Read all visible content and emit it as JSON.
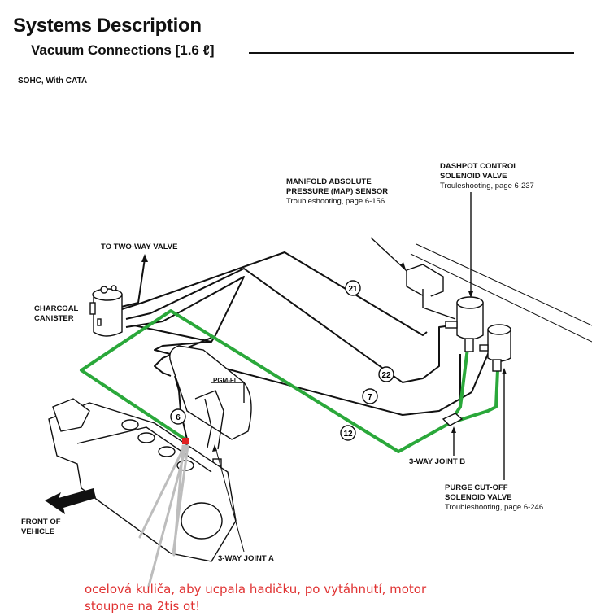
{
  "header": {
    "title": "Systems Description",
    "subtitle": "Vacuum Connections [1.6 ℓ]",
    "variant": "SOHC, With CATA"
  },
  "labels": {
    "map_sensor": {
      "line1": "MANIFOLD ABSOLUTE",
      "line2": "PRESSURE (MAP) SENSOR",
      "ref": "Troubleshooting, page 6-156"
    },
    "dashpot": {
      "line1": "DASHPOT CONTROL",
      "line2": "SOLENOID VALVE",
      "ref": "Trouleshooting, page 6-237"
    },
    "two_way": "TO TWO-WAY VALVE",
    "canister": {
      "line1": "CHARCOAL",
      "line2": "CANISTER"
    },
    "joint_b": "3-WAY JOINT B",
    "purge": {
      "line1": "PURGE CUT-OFF",
      "line2": "SOLENOID VALVE",
      "ref": "Troubleshooting, page 6-246"
    },
    "front": {
      "line1": "FRONT OF",
      "line2": "VEHICLE"
    },
    "joint_a": "3-WAY JOINT A",
    "throttle_marking": "PGM-FI"
  },
  "hoses": [
    {
      "id": "hose-21",
      "number": "21"
    },
    {
      "id": "hose-22",
      "number": "22"
    },
    {
      "id": "hose-7",
      "number": "7"
    },
    {
      "id": "hose-12",
      "number": "12"
    },
    {
      "id": "hose-6",
      "number": "6"
    }
  ],
  "annotation": {
    "line1": "ocelová kuliča, aby ucpala hadičku, po vytáhnutí, motor",
    "line2": "stoupne na 2tis ot!",
    "highlight_color": "#2aa83a",
    "marker_color": "#e02020",
    "text_color": "#e03232",
    "pointer_color": "#bdbdbd"
  }
}
